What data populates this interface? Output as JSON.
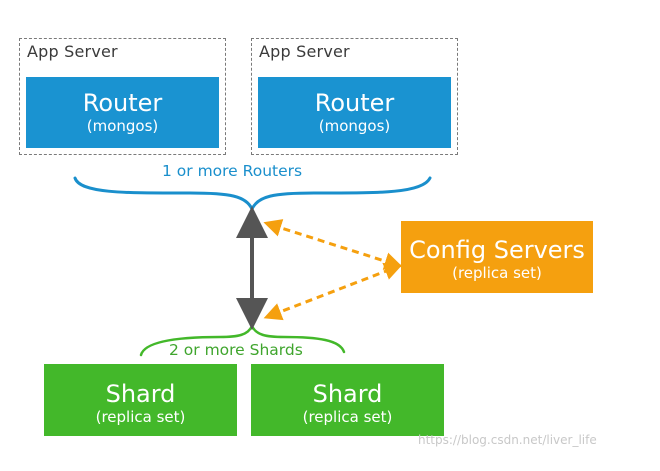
{
  "app_servers": [
    {
      "label": "App Server",
      "router_title": "Router",
      "router_sub": "(mongos)"
    },
    {
      "label": "App Server",
      "router_title": "Router",
      "router_sub": "(mongos)"
    }
  ],
  "routers_caption": "1 or more Routers",
  "config": {
    "title": "Config Servers",
    "sub": "(replica set)"
  },
  "shards_caption": "2 or more Shards",
  "shards": [
    {
      "title": "Shard",
      "sub": "(replica set)"
    },
    {
      "title": "Shard",
      "sub": "(replica set)"
    }
  ],
  "watermark": "https://blog.csdn.net/liver_life",
  "colors": {
    "router": "#1a93d1",
    "config": "#f5a00f",
    "shard": "#43b82a",
    "arrow_dark": "#555555",
    "arrow_config": "#f5a00f"
  }
}
